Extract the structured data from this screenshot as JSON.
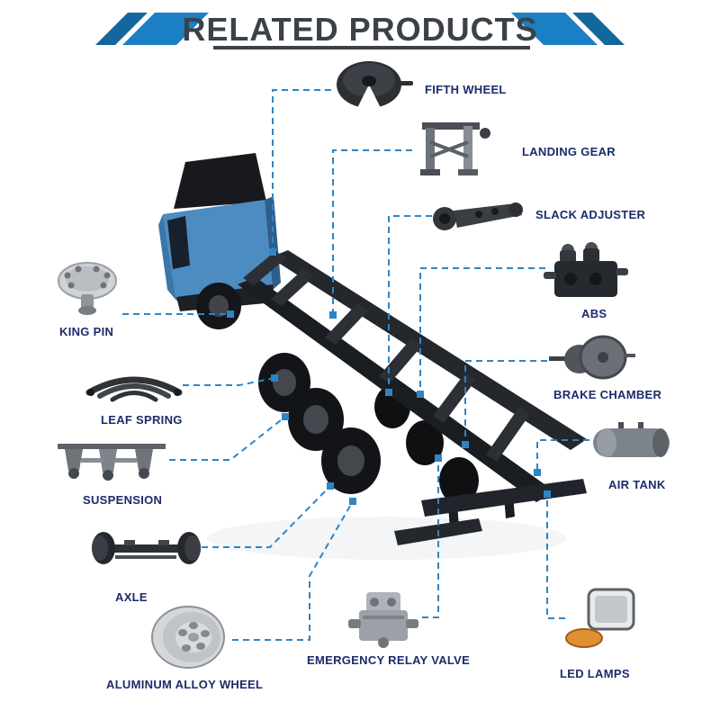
{
  "header": {
    "title": "RELATED PRODUCTS"
  },
  "colors": {
    "accent_blue": "#2e85c5",
    "stripe_blue": "#1b7fc4",
    "stripe_blue_dark": "#14669f",
    "title_color": "#3b4149",
    "label_color": "#1c2b6b",
    "truck_cab_blue": "#4c8cc0",
    "chassis_dark": "#1a1d21",
    "amber_lamp": "#e09032"
  },
  "parts": [
    {
      "name": "fifth-wheel",
      "label": "FIFTH WHEEL"
    },
    {
      "name": "landing-gear",
      "label": "LANDING GEAR"
    },
    {
      "name": "slack-adjuster",
      "label": "SLACK ADJUSTER"
    },
    {
      "name": "abs",
      "label": "ABS"
    },
    {
      "name": "brake-chamber",
      "label": "BRAKE CHAMBER"
    },
    {
      "name": "air-tank",
      "label": "AIR TANK"
    },
    {
      "name": "led-lamps",
      "label": "LED LAMPS"
    },
    {
      "name": "emergency-relay-valve",
      "label": "EMERGENCY RELAY VALVE"
    },
    {
      "name": "aluminum-alloy-wheel",
      "label": "ALUMINUM ALLOY WHEEL"
    },
    {
      "name": "axle",
      "label": "AXLE"
    },
    {
      "name": "suspension",
      "label": "SUSPENSION"
    },
    {
      "name": "leaf-spring",
      "label": "LEAF SPRING"
    },
    {
      "name": "king-pin",
      "label": "KING PIN"
    }
  ]
}
